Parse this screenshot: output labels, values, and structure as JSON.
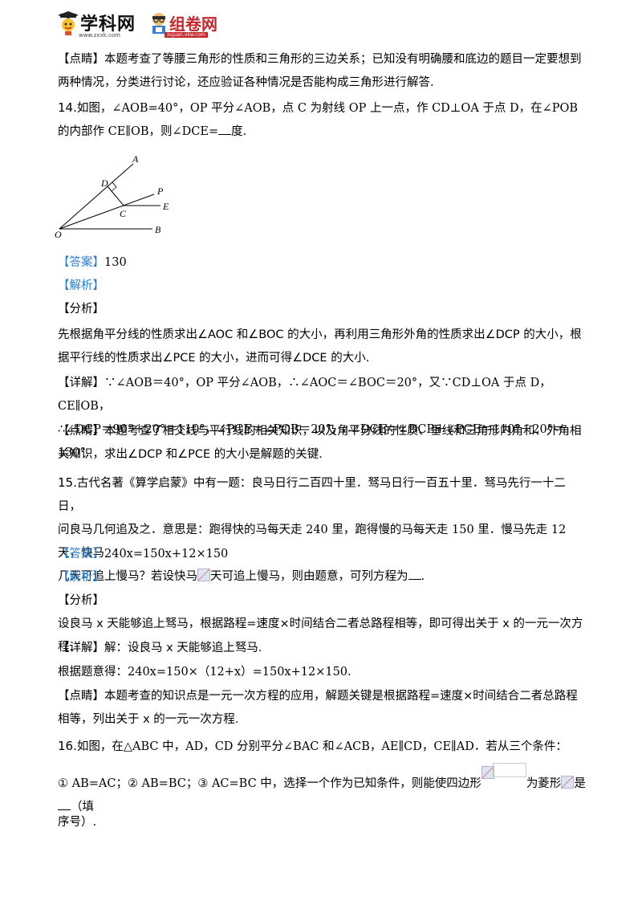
{
  "header": {
    "logo1_text": "学科网",
    "logo1_url": "www.zxxk.com",
    "logo2_text": "组卷网",
    "logo2_url": "zujuan.xkw.com"
  },
  "blocks": {
    "p1": "【点睛】本题考查了等腰三角形的性质和三角形的三边关系；已知没有明确腰和底边的题目一定要想到两种情况，分类进行讨论，还应验证各种情况是否能构成三角形进行解答.",
    "q14_num": "14.",
    "q14_text": "如图，∠AOB=40°，OP 平分∠AOB，点 C 为射线 OP 上一点，作 CD⊥OA 于点 D，在∠POB 的内部作 CE∥OB，则∠DCE=",
    "q14_tail": "度.",
    "fig_labels": {
      "A": "A",
      "D": "D",
      "P": "P",
      "C": "C",
      "E": "E",
      "O": "O",
      "B": "B"
    },
    "a14_tag": "【答案】",
    "a14": "130",
    "jx1": "【解析】",
    "fx1": "【分析】",
    "fx1_text": "先根据角平分线的性质求出∠AOC 和∠BOC 的大小，再利用三角形外角的性质求出∠DCP 的大小，根据平行线的性质求出∠PCE 的大小，进而可得∠DCE 的大小.",
    "xj1_tag": "【详解】",
    "xj1_l1": "∵∠AOB＝40°，OP 平分∠AOB，∴∠AOC＝∠BOC＝20°，又∵CD⊥OA 于点 D，CE∥OB，",
    "xj1_l2": "∴∠DCP＝90°＋20°＝110°，∠PCE＝∠POB＝20°，∴∠DCE＝∠DCP＋∠PCE＝110°＋20°＝130°.",
    "dj1_tag": "【点睛】",
    "dj1_text": "本题考查了相交线与平行线的相关知识，以及角平分线的性质、垂线和三角形内角和、外角相关知识，求出∠DCP 和∠PCE 的大小是解题的关键.",
    "q15_num": "15.",
    "q15_l1": "古代名著《算学启蒙》中有一题：良马日行二百四十里．驽马日行一百五十里．驽马先行一十二日，",
    "q15_l2": "问良马几何追及之．意思是：跑得快的马每天走 240 里，跑得慢的马每天走 150 里．慢马先走 12 天，快马",
    "q15_l3a": "几天可追上慢马？若设快马",
    "q15_l3b": "天可追上慢马，则由题意，可列方程为",
    "q15_l3c": ".",
    "a15_tag": "【答案】",
    "a15": "240x=150x+12×150",
    "jx2": "【解析】",
    "fx2": "【分析】",
    "fx2_text": "设良马 x 天能够追上驽马，根据路程=速度×时间结合二者总路程相等，即可得出关于 x 的一元一次方程.",
    "xj2_tag": "【详解】",
    "xj2_text": "解：设良马 x 天能够追上驽马.",
    "xj2_l2": "根据题意得：240x=150×（12+x）=150x+12×150.",
    "dj2_tag": "【点睛】",
    "dj2_text": "本题考查的知识点是一元一次方程的应用，解题关键是根据路程=速度×时间结合二者总路程相等，列出关于 x 的一元一次方程.",
    "q16_num": "16.",
    "q16_l1": "如图，在△ABC 中，AD，CD 分别平分∠BAC 和∠ACB，AE∥CD，CE∥AD．若从三个条件：",
    "q16_l2a": "① AB=AC；② AB=BC；③ AC=BC 中，选择一个作为已知条件，则能使四边形",
    "q16_l2b": "为菱形",
    "q16_l2c": "是",
    "q16_l2d": "（填",
    "q16_l3": "序号）."
  }
}
